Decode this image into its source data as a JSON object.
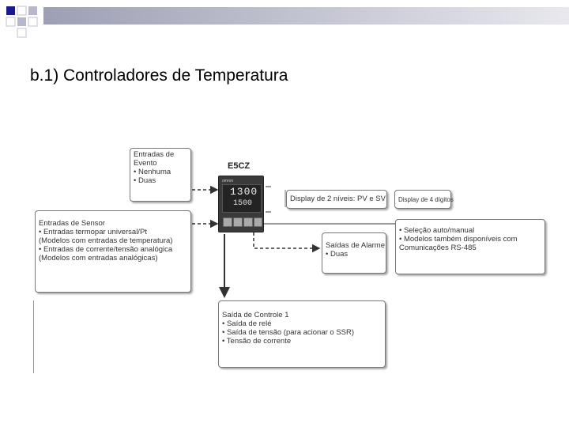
{
  "slide": {
    "title": "b.1) Controladores de Temperatura"
  },
  "diagram": {
    "model_label": "E5CZ",
    "device": {
      "brand": "omron",
      "pv_value": "1300",
      "sv_value": "1500"
    },
    "boxes": {
      "event_inputs": [
        "Entradas de",
        "Evento",
        "• Nenhuma",
        "• Duas"
      ],
      "sensor_inputs": [
        "Entradas de Sensor",
        "• Entradas termopar universal/Pt",
        "(Modelos com entradas de temperatura)",
        "• Entradas de corrente/tensão analógica",
        "(Modelos com entradas analógicas)"
      ],
      "display_two_levels": "Display de 2 níveis: PV e SV",
      "display_digits": "Display de 4 dígitos",
      "features": [
        "• Seleção auto/manual",
        "• Modelos também disponíveis com",
        "Comunicações RS-485"
      ],
      "alarm_outputs": [
        "Saídas de Alarme",
        "• Duas"
      ],
      "control_output": [
        "Saída de Controle 1",
        "• Saída de relé",
        "• Saída de tensão (para acionar o SSR)",
        "• Tensão de corrente"
      ]
    }
  },
  "colors": {
    "decoration_blue": "#1a1a8c",
    "decoration_gray": "#b8b8c8"
  }
}
